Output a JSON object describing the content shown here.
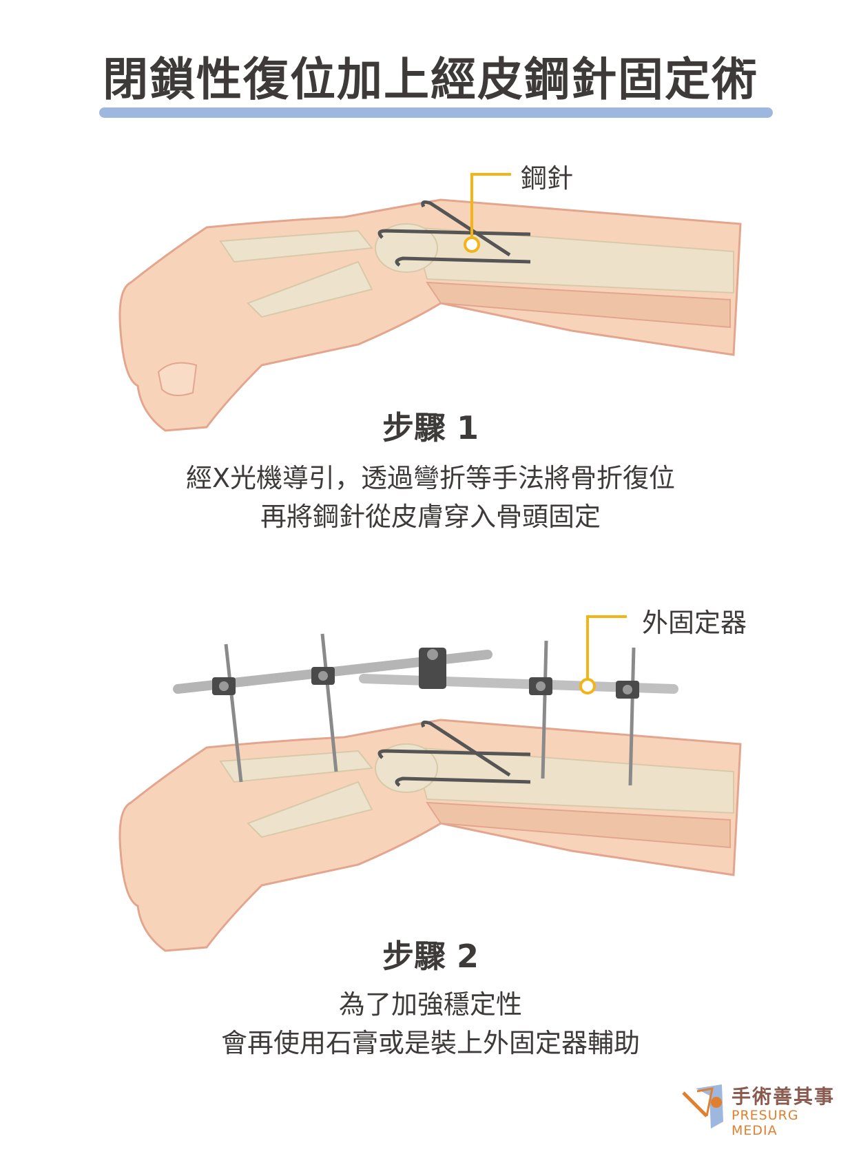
{
  "title": "閉鎖性復位加上經皮鋼針固定術",
  "step1": {
    "callout": "鋼針",
    "label": "步驟 1",
    "lines": [
      "經X光機導引，透過彎折等手法將骨折復位",
      "再將鋼針從皮膚穿入骨頭固定"
    ]
  },
  "step2": {
    "callout": "外固定器",
    "label": "步驟 2",
    "lines": [
      "為了加強穩定性",
      "會再使用石膏或是裝上外固定器輔助"
    ]
  },
  "logo": {
    "name_cn": "手術善其事",
    "name_en": "PRESURG MEDIA"
  },
  "colors": {
    "accent_blue": "#9db7df",
    "callout_yellow": "#f2b417",
    "skin": "#f6d3b9",
    "bone": "#ede3cc",
    "text": "#3d3a39"
  }
}
